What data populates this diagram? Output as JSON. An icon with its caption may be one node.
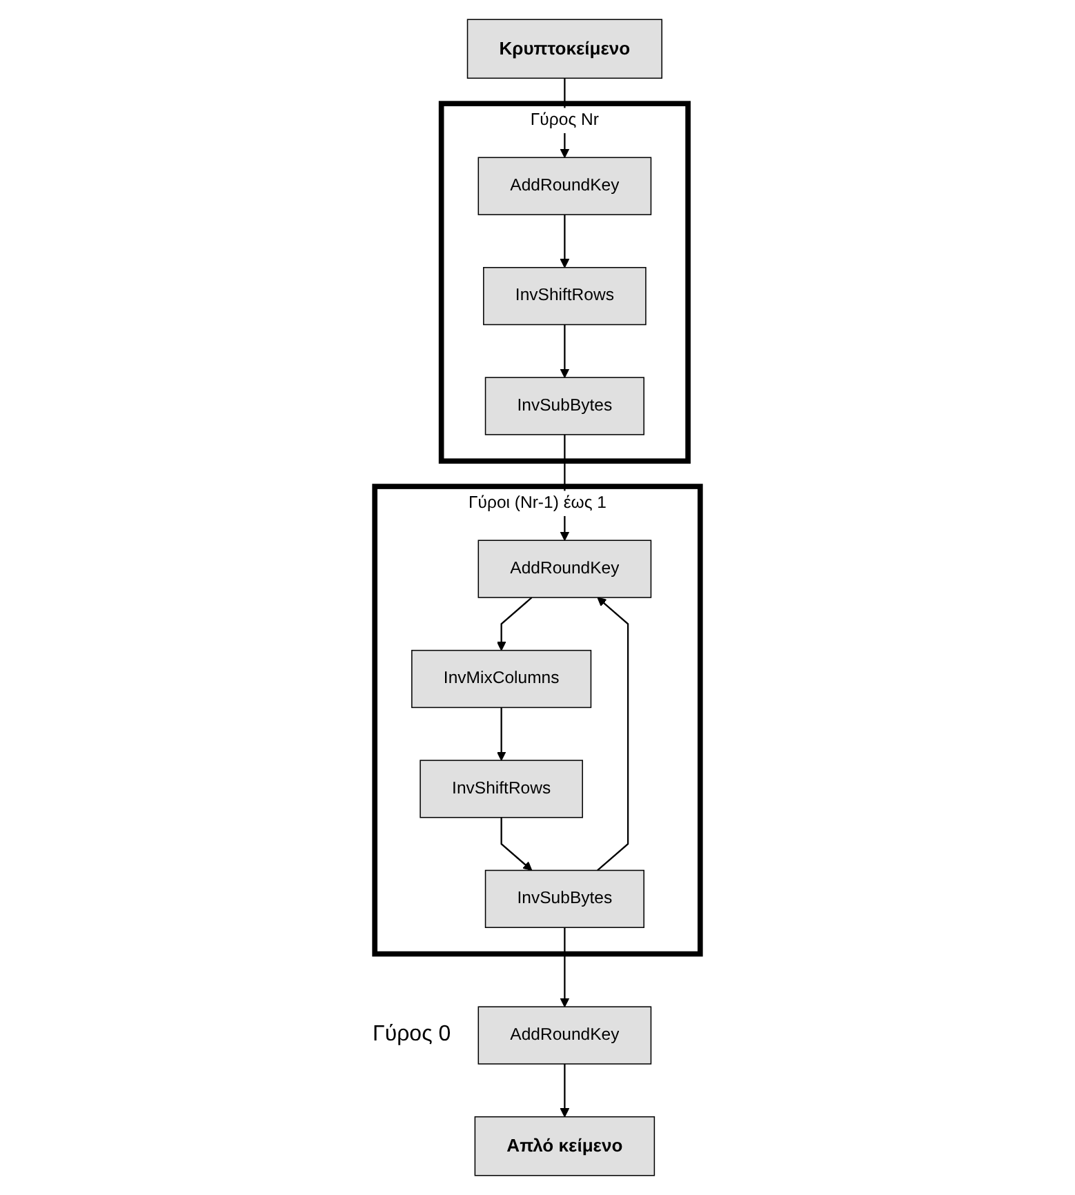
{
  "diagram": {
    "nodes": [
      {
        "text": [
          "Κρυπτοκείμενο"
        ]
      },
      {
        "text": [
          "Γύρος Nr"
        ]
      },
      {
        "text": [
          "AddRoundKey"
        ],
        "in": 1
      },
      {
        "text": [
          "InvShiftRows"
        ],
        "in": 1
      },
      {
        "text": [
          "InvSubBytes"
        ],
        "in": 1
      },
      {
        "text": [
          "Γύροι (Nr-1) έως 1"
        ]
      },
      {
        "text": [
          "AddRoundKey"
        ],
        "in": 5
      },
      {
        "text": [
          "InvMixColumns"
        ],
        "in": 5
      },
      {
        "text": [
          "InvShiftRows"
        ],
        "in": 5
      },
      {
        "text": [
          "InvSubBytes"
        ],
        "in": 5
      },
      {
        "text": [
          "AddRoundKey"
        ],
        "beside": [
          "Γύρος 0"
        ]
      },
      {
        "text": [
          "Απλό κείμενο"
        ]
      }
    ],
    "edges": [
      {
        "from": 0,
        "to": 2,
        "arrow": "to"
      },
      {
        "from": 2,
        "to": 3,
        "arrow": "to"
      },
      {
        "from": 3,
        "to": 4,
        "arrow": "to"
      },
      {
        "from": 4,
        "to": 6,
        "arrow": "to"
      },
      {
        "from": 6,
        "to": 7,
        "arrow": "to"
      },
      {
        "from": 7,
        "to": 8,
        "arrow": "to"
      },
      {
        "from": 8,
        "to": 9,
        "arrow": "to"
      },
      {
        "from": 9,
        "to": 6,
        "arrow": "to"
      },
      {
        "from": 9,
        "to": 10,
        "arrow": "to"
      },
      {
        "from": 10,
        "to": 11,
        "arrow": "to"
      }
    ]
  }
}
